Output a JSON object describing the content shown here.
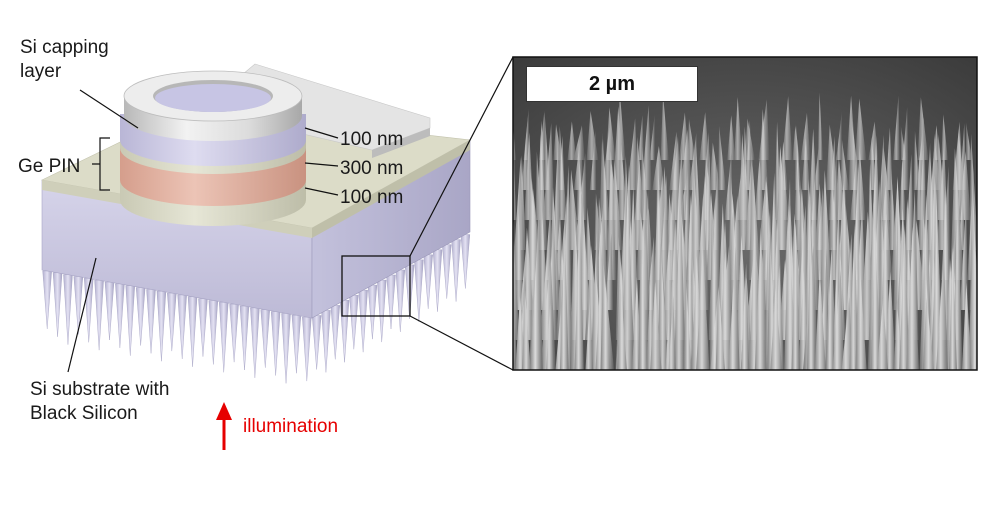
{
  "labels": {
    "capping_line1": "Si capping",
    "capping_line2": "layer",
    "ge_pin": "Ge PIN",
    "thickness_top": "100 nm",
    "thickness_middle": "300 nm",
    "thickness_bottom": "100 nm",
    "substrate_line1": "Si substrate with",
    "substrate_line2": "Black Silicon",
    "illumination": "illumination"
  },
  "sem": {
    "scale_bar": "2 µm"
  },
  "colors": {
    "substrate": "#c9c7e0",
    "ge_layer_pink": "#e3b5a5",
    "oxide_beige": "#d8d8c6",
    "capping_silver": "#d9d9d9",
    "illumination_arrow": "#e60000",
    "sem_background": "#4a4a4a"
  }
}
